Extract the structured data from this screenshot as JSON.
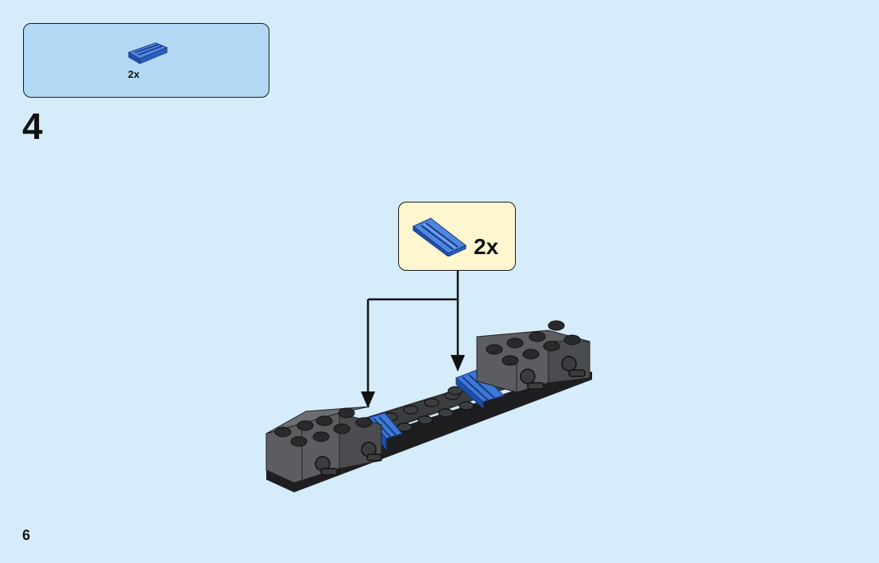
{
  "parts_list": {
    "piece_icon": "blue-plate-1x2-with-rail-icon",
    "quantity": "2x"
  },
  "step": {
    "number": "4"
  },
  "callout": {
    "piece_icon": "blue-plate-1x2-with-rail-icon",
    "quantity": "2x"
  },
  "page": {
    "number": "6"
  },
  "colors": {
    "background": "#d5ecfb",
    "parts_box": "#b3d8f4",
    "callout_box": "#fff7cf",
    "brick_blue": "#2f67c7",
    "brick_dark_gray": "#5b5d60",
    "brick_black": "#2a2a2c"
  }
}
